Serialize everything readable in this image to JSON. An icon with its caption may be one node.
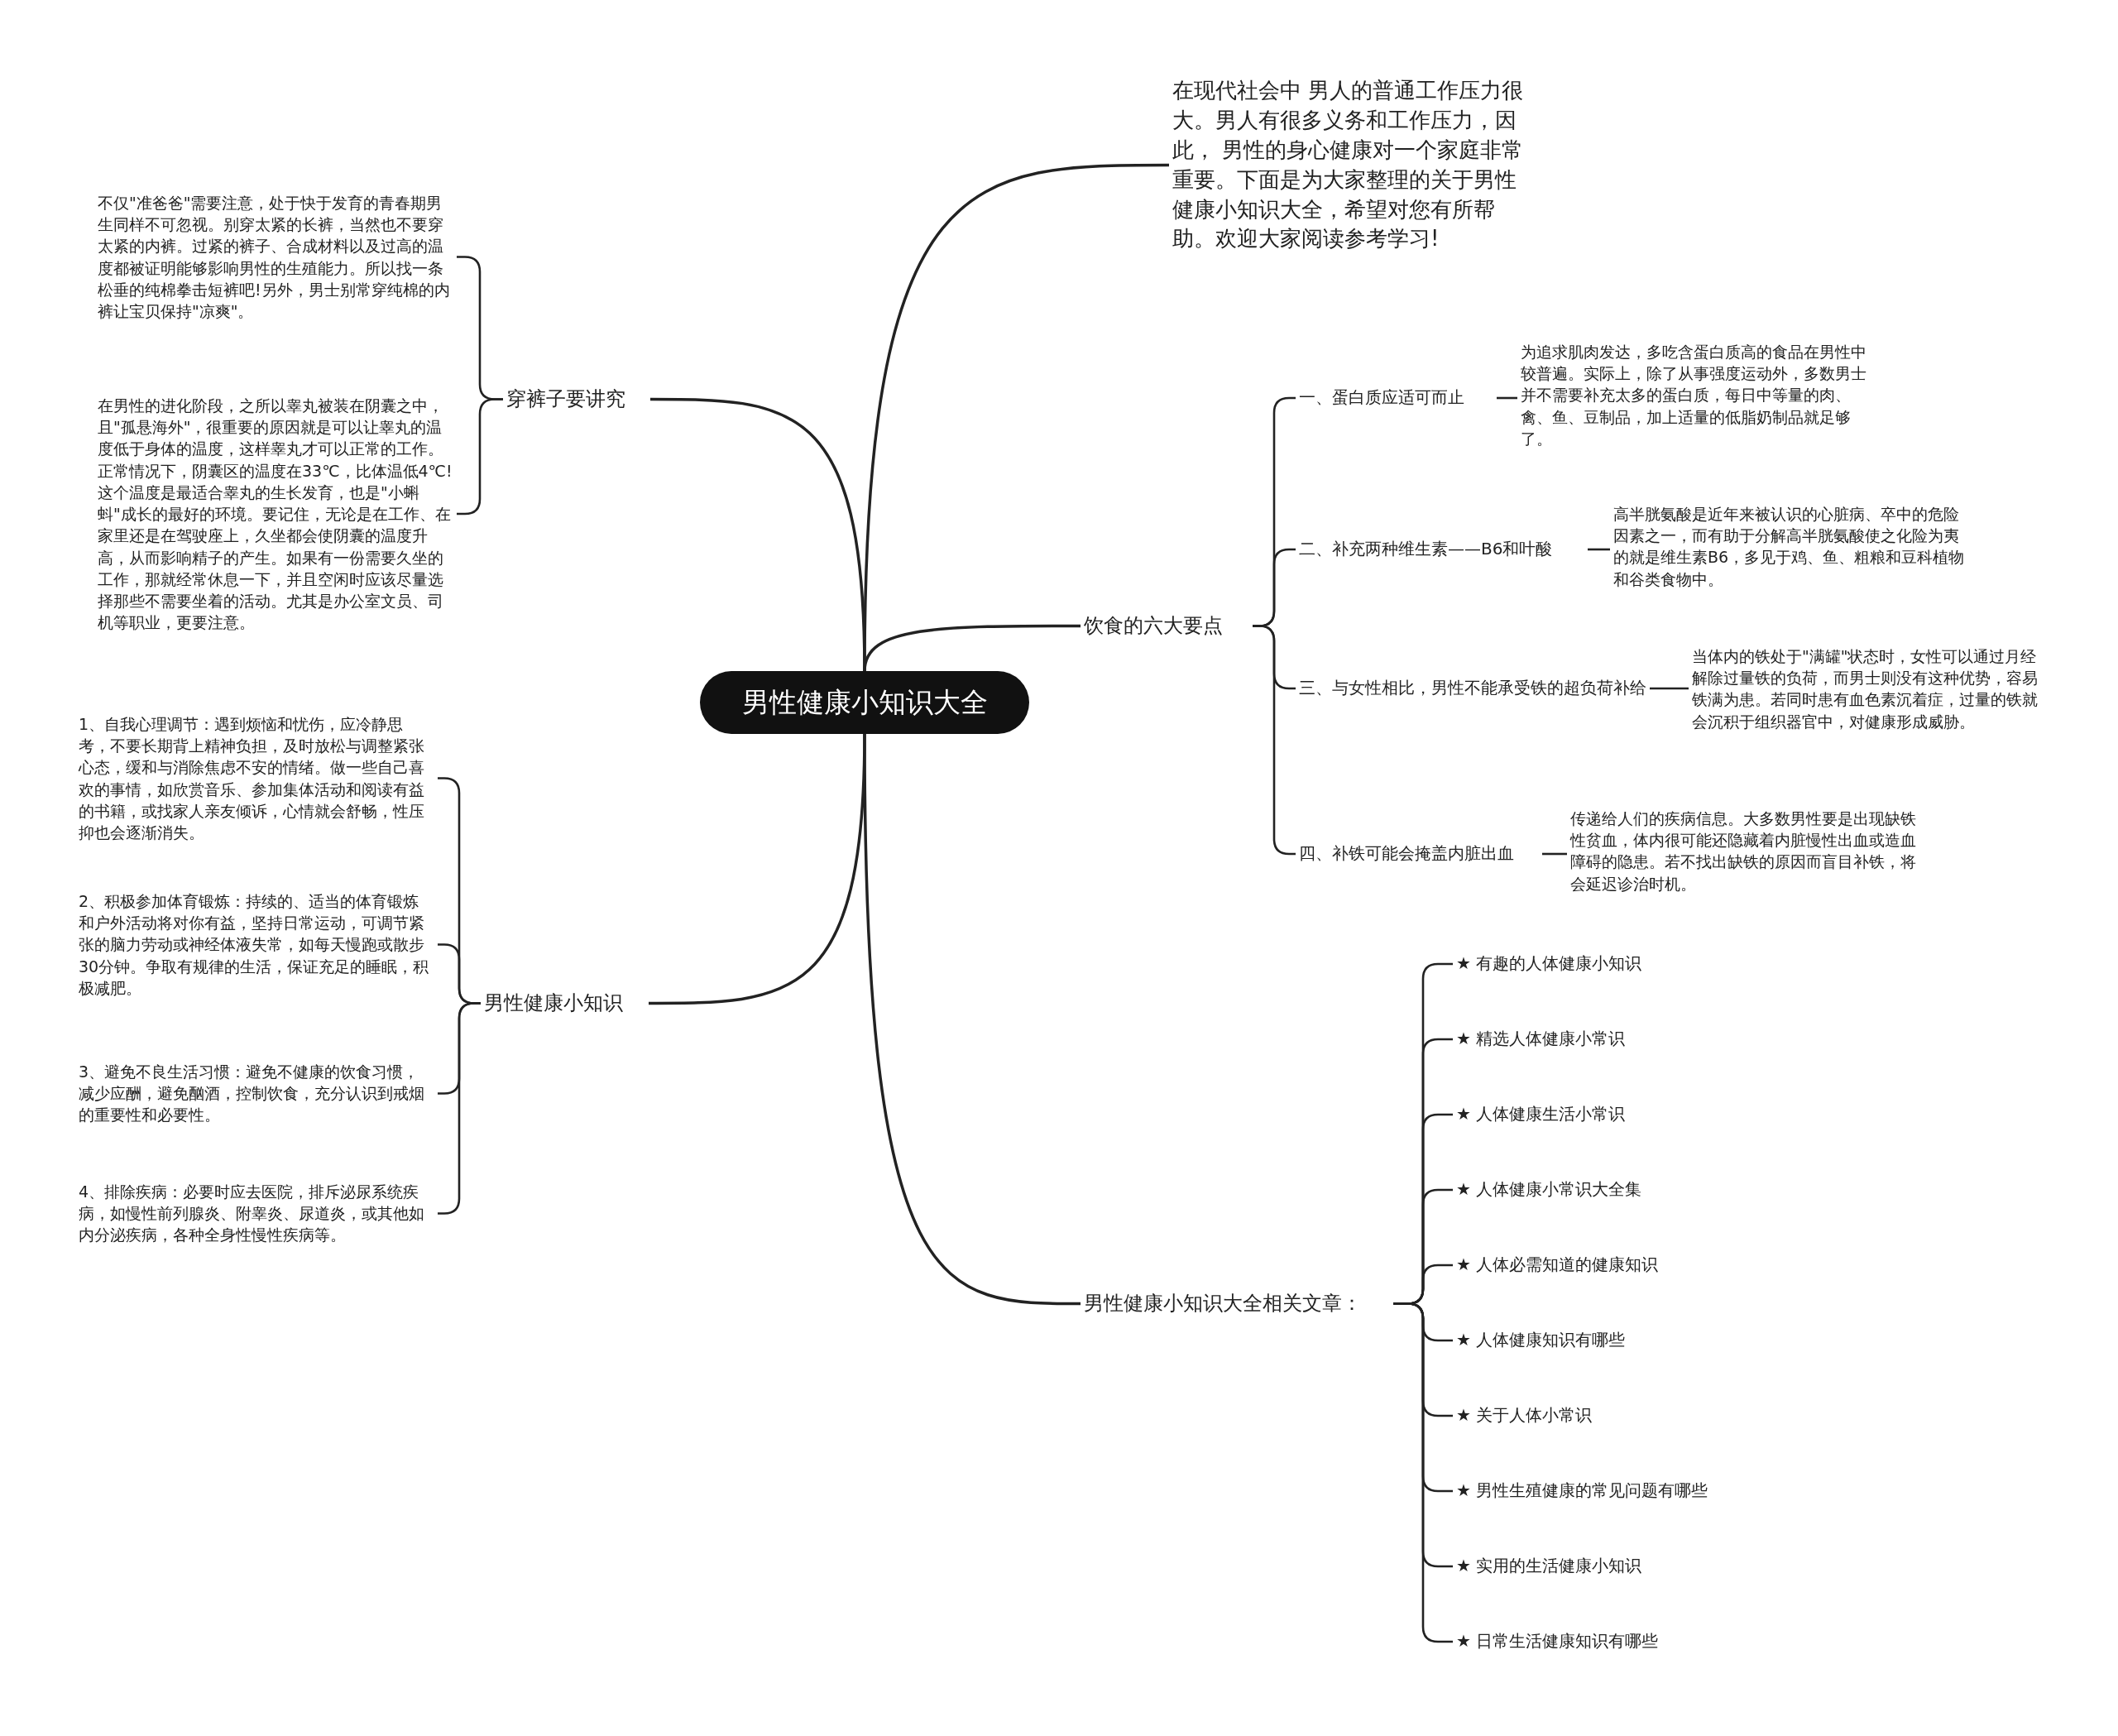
{
  "diagram": {
    "nodes": [
      {
        "text": [
          "男性健康小知识大全"
        ]
      },
      {
        "text": [
          "在现代社会中 男人的普通工作压力很大。男人有很多义务和工作压力，因此， 男性的身心健康对一个家庭非常重要。下面是为大家整理的关于男性健康小知识大全，希望对您有所帮助。欢迎大家阅读参考学习!"
        ]
      },
      {
        "text": [
          "饮食的六大要点"
        ]
      },
      {
        "text": [
          "一、蛋白质应适可而止"
        ]
      },
      {
        "text": [
          "为追求肌肉发达，多吃含蛋白质高的食品在男性中较普遍。实际上，除了从事强度运动外，多数男士并不需要补充太多的蛋白质，每日中等量的肉、禽、鱼、豆制品，加上适量的低脂奶制品就足够了。"
        ]
      },
      {
        "text": [
          "二、补充两种维生素——B6和叶酸"
        ]
      },
      {
        "text": [
          "高半胱氨酸是近年来被认识的心脏病、卒中的危险因素之一，而有助于分解高半胱氨酸使之化险为夷的就是维生素B6，多见于鸡、鱼、粗粮和豆科植物和谷类食物中。"
        ]
      },
      {
        "text": [
          "三、与女性相比，男性不能承受铁的超负荷补给"
        ]
      },
      {
        "text": [
          "当体内的铁处于\"满罐\"状态时，女性可以通过月经解除过量铁的负荷，而男士则没有这种优势，容易铁满为患。若同时患有血色素沉着症，过量的铁就会沉积于组织器官中，对健康形成威胁。"
        ]
      },
      {
        "text": [
          "四、补铁可能会掩盖内脏出血"
        ]
      },
      {
        "text": [
          "传递给人们的疾病信息。大多数男性要是出现缺铁性贫血，体内很可能还隐藏着内脏慢性出血或造血障碍的隐患。若不找出缺铁的原因而盲目补铁，将会延迟诊治时机。"
        ]
      },
      {
        "text": [
          "男性健康小知识大全相关文章："
        ]
      },
      {
        "text": [
          "★ 有趣的人体健康小知识"
        ]
      },
      {
        "text": [
          "★ 精选人体健康小常识"
        ]
      },
      {
        "text": [
          "★ 人体健康生活小常识"
        ]
      },
      {
        "text": [
          "★ 人体健康小常识大全集"
        ]
      },
      {
        "text": [
          "★ 人体必需知道的健康知识"
        ]
      },
      {
        "text": [
          "★ 人体健康知识有哪些"
        ]
      },
      {
        "text": [
          "★ 关于人体小常识"
        ]
      },
      {
        "text": [
          "★ 男性生殖健康的常见问题有哪些"
        ]
      },
      {
        "text": [
          "★ 实用的生活健康小知识"
        ]
      },
      {
        "text": [
          "★ 日常生活健康知识有哪些"
        ]
      },
      {
        "text": [
          "穿裤子要讲究"
        ]
      },
      {
        "text": [
          "不仅\"准爸爸\"需要注意，处于快于发育的青春期男生同样不可忽视。别穿太紧的长裤，当然也不要穿太紧的内裤。过紧的裤子、合成材料以及过高的温度都被证明能够影响男性的生殖能力。所以找一条松垂的纯棉拳击短裤吧!另外，男士别常穿纯棉的内裤让宝贝保持\"凉爽\"。"
        ]
      },
      {
        "text": [
          "在男性的进化阶段，之所以睾丸被装在阴囊之中，且\"孤悬海外\"，很重要的原因就是可以让睾丸的温度低于身体的温度，这样睾丸才可以正常的工作。正常情况下，阴囊区的温度在33℃，比体温低4℃!这个温度是最适合睾丸的生长发育，也是\"小蝌蚪\"成长的最好的环境。要记住，无论是在工作、在家里还是在驾驶座上，久坐都会使阴囊的温度升高，从而影响精子的产生。如果有一份需要久坐的工作，那就经常休息一下，并且空闲时应该尽量选择那些不需要坐着的活动。尤其是办公室文员、司机等职业，更要注意。"
        ]
      },
      {
        "text": [
          "男性健康小知识"
        ]
      },
      {
        "text": [
          "1、自我心理调节：遇到烦恼和忧伤，应冷静思考，不要长期背上精神负担，及时放松与调整紧张心态，缓和与消除焦虑不安的情绪。做一些自己喜欢的事情，如欣赏音乐、参加集体活动和阅读有益的书籍，或找家人亲友倾诉，心情就会舒畅，性压抑也会逐渐消失。"
        ]
      },
      {
        "text": [
          "2、积极参加体育锻炼：持续的、适当的体育锻炼和户外活动将对你有益，坚持日常运动，可调节紧张的脑力劳动或神经体液失常，如每天慢跑或散步30分钟。争取有规律的生活，保证充足的睡眠，积极减肥。"
        ]
      },
      {
        "text": [
          "3、避免不良生活习惯：避免不健康的饮食习惯，减少应酬，避免酗酒，控制饮食，充分认识到戒烟的重要性和必要性。"
        ]
      },
      {
        "text": [
          "4、排除疾病：必要时应去医院，排斥泌尿系统疾病，如慢性前列腺炎、附睾炎、尿道炎，或其他如内分泌疾病，各种全身性慢性疾病等。"
        ]
      }
    ],
    "edges": [
      {
        "from": 0,
        "to": 1,
        "arrow": "none"
      },
      {
        "from": 0,
        "to": 2,
        "arrow": "none"
      },
      {
        "from": 0,
        "to": 11,
        "arrow": "none"
      },
      {
        "from": 0,
        "to": 22,
        "arrow": "none"
      },
      {
        "from": 0,
        "to": 25,
        "arrow": "none"
      },
      {
        "from": 2,
        "to": 3,
        "arrow": "none"
      },
      {
        "from": 2,
        "to": 5,
        "arrow": "none"
      },
      {
        "from": 2,
        "to": 7,
        "arrow": "none"
      },
      {
        "from": 2,
        "to": 9,
        "arrow": "none"
      },
      {
        "from": 3,
        "to": 4,
        "arrow": "none"
      },
      {
        "from": 5,
        "to": 6,
        "arrow": "none"
      },
      {
        "from": 7,
        "to": 8,
        "arrow": "none"
      },
      {
        "from": 9,
        "to": 10,
        "arrow": "none"
      },
      {
        "from": 11,
        "to": 12,
        "arrow": "none"
      },
      {
        "from": 11,
        "to": 13,
        "arrow": "none"
      },
      {
        "from": 11,
        "to": 14,
        "arrow": "none"
      },
      {
        "from": 11,
        "to": 15,
        "arrow": "none"
      },
      {
        "from": 11,
        "to": 16,
        "arrow": "none"
      },
      {
        "from": 11,
        "to": 17,
        "arrow": "none"
      },
      {
        "from": 11,
        "to": 18,
        "arrow": "none"
      },
      {
        "from": 11,
        "to": 19,
        "arrow": "none"
      },
      {
        "from": 11,
        "to": 20,
        "arrow": "none"
      },
      {
        "from": 11,
        "to": 21,
        "arrow": "none"
      },
      {
        "from": 22,
        "to": 23,
        "arrow": "none"
      },
      {
        "from": 22,
        "to": 24,
        "arrow": "none"
      },
      {
        "from": 25,
        "to": 26,
        "arrow": "none"
      },
      {
        "from": 25,
        "to": 27,
        "arrow": "none"
      },
      {
        "from": 25,
        "to": 28,
        "arrow": "none"
      },
      {
        "from": 25,
        "to": 29,
        "arrow": "none"
      }
    ]
  }
}
